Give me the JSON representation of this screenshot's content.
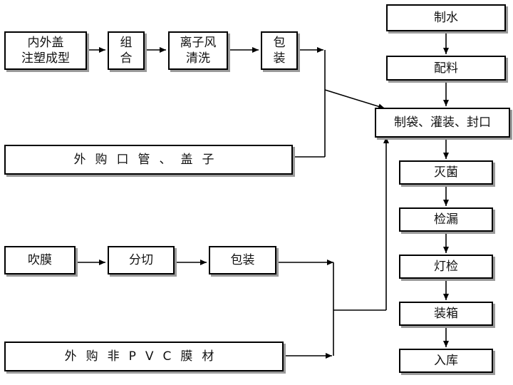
{
  "nodes": {
    "inner_outer_cap": "内外盖\n注塑成型",
    "assemble": "组合",
    "ion_wind": "离子风\n清洗",
    "pack_top": "包装",
    "buy_tube": "外购口管、盖子",
    "blow_film": "吹膜",
    "slit": "分切",
    "pack_bottom": "包装",
    "buy_film": "外购非PVC膜材",
    "water": "制水",
    "batching": "配料",
    "bag_fill_seal": "制袋、灌装、封口",
    "sterilize": "灭菌",
    "leak_test": "检漏",
    "light_inspect": "灯检",
    "boxing": "装箱",
    "storage": "入库"
  }
}
